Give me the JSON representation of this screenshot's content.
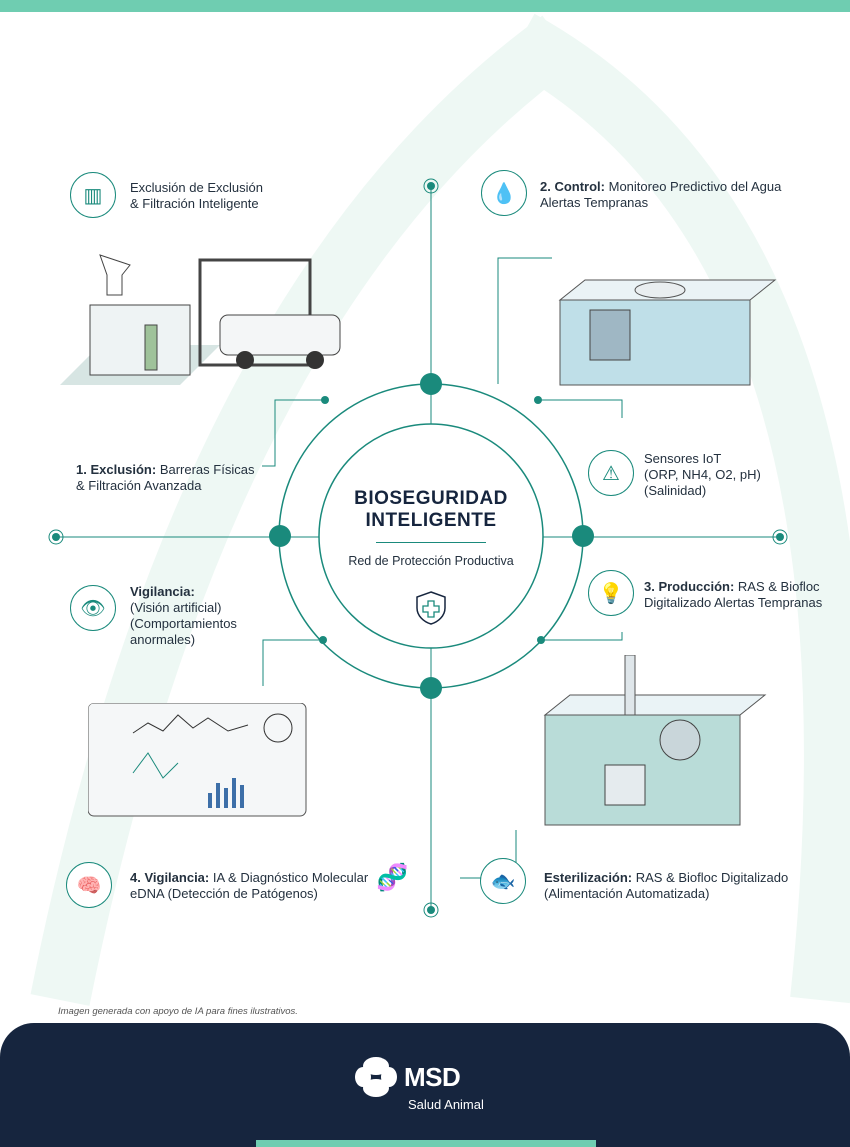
{
  "center": {
    "title_line1": "BIOSEGURIDAD",
    "title_line2": "INTELIGENTE",
    "subtitle": "Red de Protección Productiva"
  },
  "nodes": {
    "exclusion_top": {
      "line1": "Exclusión de Exclusión",
      "line2": "& Filtración Inteligente"
    },
    "control": {
      "bold": "2. Control:",
      "line1": " Monitoreo Predictivo del Agua",
      "line2": "Alertas Tempranas"
    },
    "exclusion": {
      "bold": "1.   Exclusión:",
      "line1": " Barreras Físicas",
      "line2": "& Filtración Avanzada"
    },
    "sensores": {
      "line1": "Sensores IoT",
      "line2": "(ORP, NH4, O2, pH)",
      "line3": "(Salinidad)"
    },
    "vigilancia_left": {
      "bold": "Vigilancia:",
      "line1": "(Visión artificial)",
      "line2": "(Comportamientos",
      "line3": "anormales)"
    },
    "produccion": {
      "bold": "3. Producción:",
      "line1": " RAS & Biofloc",
      "line2": "Digitalizado Alertas Tempranas"
    },
    "vigilancia": {
      "bold": "4. Vigilancia:",
      "line1": " IA & Diagnóstico Molecular",
      "line2": "eDNA (Detección de Patógenos)"
    },
    "esterilizacion": {
      "bold": "Esterilización:",
      "line1": " RAS & Biofloc Digitalizado",
      "line2": "(Alimentación Automatizada)"
    }
  },
  "note": "Imagen generada con apoyo de IA para fines ilustrativos.",
  "footer": {
    "brand": "MSD",
    "tagline": "Salud Animal"
  },
  "colors": {
    "accent": "#1a8a7c",
    "mint": "#6fcdb1",
    "navy": "#16253e"
  }
}
